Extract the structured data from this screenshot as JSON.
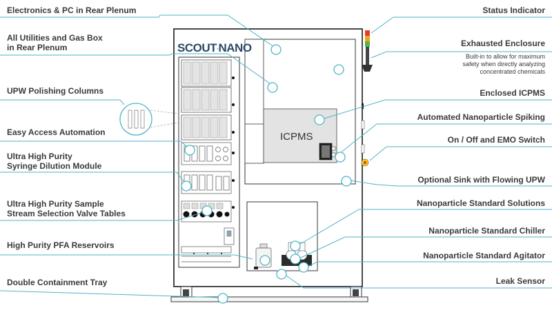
{
  "logo": {
    "part1": "SCOUT",
    "part2": "-",
    "part3": "NANO"
  },
  "icpms_text": "ICPMS",
  "labels_left": [
    {
      "id": "electronics",
      "lines": [
        "Electronics & PC in Rear Plenum"
      ]
    },
    {
      "id": "utilities",
      "lines": [
        "All Utilities and Gas Box",
        "in Rear Plenum"
      ]
    },
    {
      "id": "upw-polishing",
      "lines": [
        "UPW Polishing Columns"
      ]
    },
    {
      "id": "easy-access",
      "lines": [
        "Easy Access Automation"
      ]
    },
    {
      "id": "syringe-dilution",
      "lines": [
        "Ultra High Purity",
        "Syringe Dilution Module"
      ]
    },
    {
      "id": "valve-tables",
      "lines": [
        "Ultra High Purity Sample",
        "Stream Selection Valve Tables"
      ]
    },
    {
      "id": "pfa-reservoirs",
      "lines": [
        "High Purity PFA Reservoirs"
      ]
    },
    {
      "id": "containment-tray",
      "lines": [
        "Double Containment Tray"
      ]
    }
  ],
  "labels_right": [
    {
      "id": "status-indicator",
      "lines": [
        "Status Indicator"
      ]
    },
    {
      "id": "exhausted-enclosure",
      "lines": [
        "Exhausted Enclosure"
      ],
      "sub": [
        "Built-in to allow for maximum",
        "safety when directly analyzing",
        "concentrated chemicals"
      ]
    },
    {
      "id": "enclosed-icpms",
      "lines": [
        "Enclosed ICPMS"
      ]
    },
    {
      "id": "nanoparticle-spiking",
      "lines": [
        "Automated Nanoparticle Spiking"
      ]
    },
    {
      "id": "emo-switch",
      "lines": [
        "On / Off and EMO Switch"
      ]
    },
    {
      "id": "sink",
      "lines": [
        "Optional Sink with Flowing UPW"
      ]
    },
    {
      "id": "standard-solutions",
      "lines": [
        "Nanoparticle Standard Solutions"
      ]
    },
    {
      "id": "standard-chiller",
      "lines": [
        "Nanoparticle Standard Chiller"
      ]
    },
    {
      "id": "standard-agitator",
      "lines": [
        "Nanoparticle Standard Agitator"
      ]
    },
    {
      "id": "leak-sensor",
      "lines": [
        "Leak Sensor"
      ]
    }
  ],
  "colors": {
    "accent": "#4eb3c9",
    "line": "#333333",
    "text": "#3a3a3a",
    "panel": "#e6e6e6",
    "status_red": "#e83b2e",
    "status_amber": "#f2a31b",
    "status_green": "#55b24b",
    "emo_yellow": "#f7d117"
  }
}
